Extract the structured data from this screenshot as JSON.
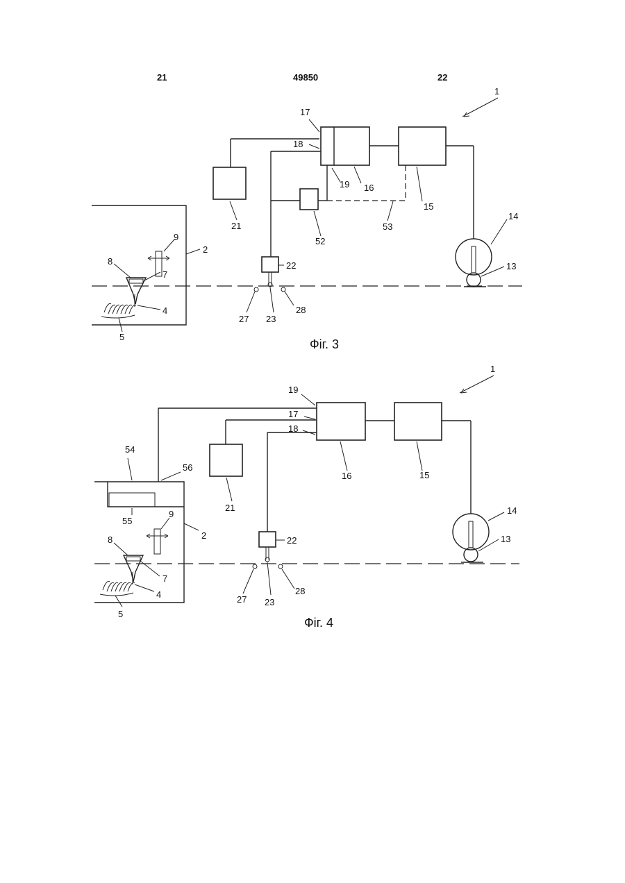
{
  "header": {
    "left": "21",
    "center": "49850",
    "right": "22"
  },
  "fig3": {
    "caption": "Фіг. 3",
    "labels": {
      "l1": "1",
      "l2": "2",
      "l4": "4",
      "l5": "5",
      "l7": "7",
      "l8": "8",
      "l9": "9",
      "l13": "13",
      "l14": "14",
      "l15": "15",
      "l16": "16",
      "l17": "17",
      "l18": "18",
      "l19": "19",
      "l21": "21",
      "l22": "22",
      "l23": "23",
      "l27": "27",
      "l28": "28",
      "l52": "52",
      "l53": "53"
    }
  },
  "fig4": {
    "caption": "Фіг. 4",
    "labels": {
      "l1": "1",
      "l2": "2",
      "l4": "4",
      "l5": "5",
      "l7": "7",
      "l8": "8",
      "l9": "9",
      "l13": "13",
      "l14": "14",
      "l15": "15",
      "l16": "16",
      "l17": "17",
      "l18": "18",
      "l19": "19",
      "l21": "21",
      "l22": "22",
      "l23": "23",
      "l27": "27",
      "l28": "28",
      "l54": "54",
      "l55": "55",
      "l56": "56"
    }
  }
}
